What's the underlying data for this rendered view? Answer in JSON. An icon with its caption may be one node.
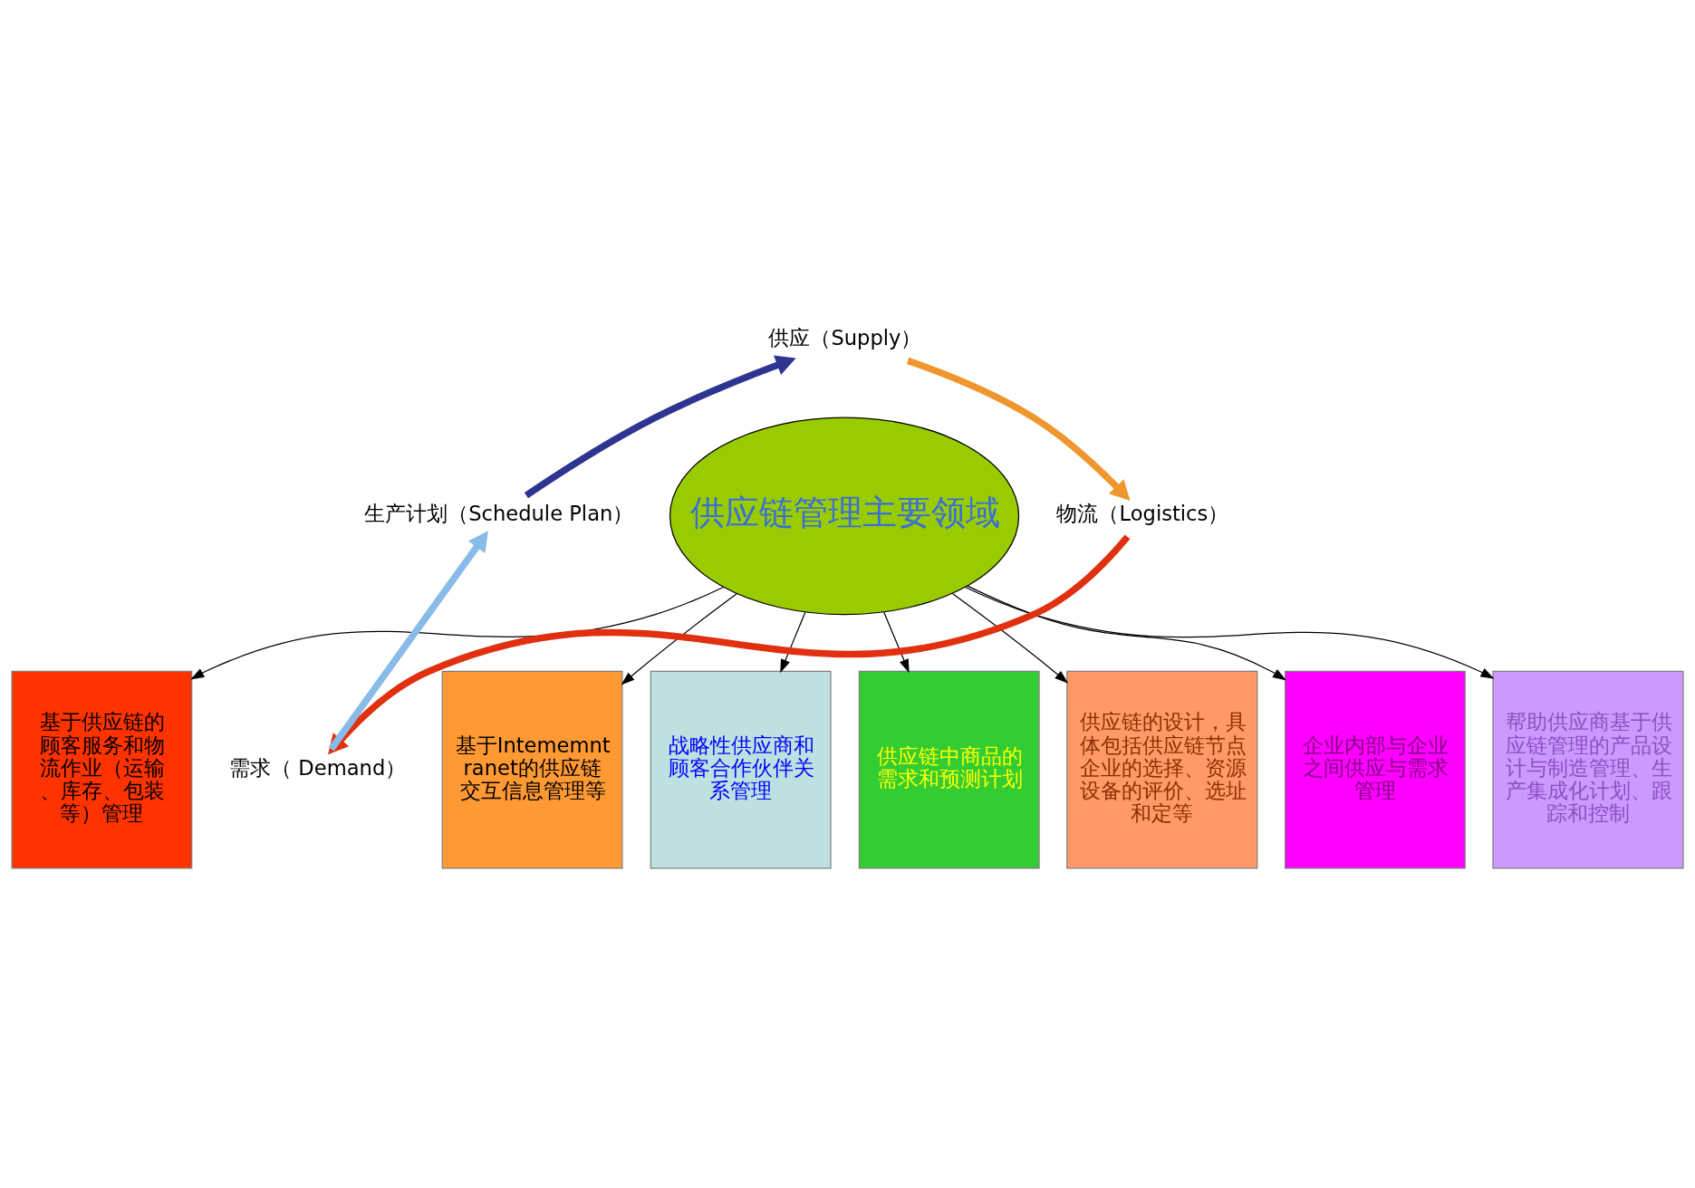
{
  "diagram": {
    "nodes": [
      {
        "text": [
          "供应（Supply）"
        ]
      },
      {
        "text": [
          "生产计划（Schedule Plan）"
        ]
      },
      {
        "text": [
          "供应链管理主要领域"
        ]
      },
      {
        "text": [
          "物流（Logistics）"
        ]
      },
      {
        "text": [
          "需求（ Demand）"
        ]
      },
      {
        "text": [
          "基于供应链的顾客服务和物流作业（运输、库存、包装等）管理"
        ]
      },
      {
        "text": [
          "基于Intememntranet的供应链交互信息管理等"
        ]
      },
      {
        "text": [
          "战略性供应商和顾客合作伙伴关系管理"
        ]
      },
      {
        "text": [
          "供应链中商品的需求和预测计划"
        ]
      },
      {
        "text": [
          "供应链的设计，具体包括供应链节点企业的选择、资源设备的评价、选址和定等"
        ]
      },
      {
        "text": [
          "企业内部与企业之间供应与需求管理"
        ]
      },
      {
        "text": [
          "帮助供应商基于供应链管理的产品设计与制造管理、生产集成化计划、跟踪和控制"
        ]
      }
    ],
    "edges": [
      {
        "from": 0,
        "to": 3,
        "arrow": "to",
        "style": "thick",
        "color": "#f0962e"
      },
      {
        "from": 3,
        "to": 4,
        "arrow": "to",
        "style": "thick",
        "color": "#e03010"
      },
      {
        "from": 4,
        "to": 1,
        "arrow": "to",
        "style": "thick",
        "color": "#88bbe8"
      },
      {
        "from": 1,
        "to": 0,
        "arrow": "to",
        "style": "thick",
        "color": "#2e3590"
      },
      {
        "from": 2,
        "to": 5,
        "arrow": "to"
      },
      {
        "from": 2,
        "to": 6,
        "arrow": "to"
      },
      {
        "from": 2,
        "to": 7,
        "arrow": "to"
      },
      {
        "from": 2,
        "to": 8,
        "arrow": "to"
      },
      {
        "from": 2,
        "to": 9,
        "arrow": "to"
      },
      {
        "from": 2,
        "to": 10,
        "arrow": "to"
      },
      {
        "from": 2,
        "to": 11,
        "arrow": "to"
      }
    ]
  }
}
